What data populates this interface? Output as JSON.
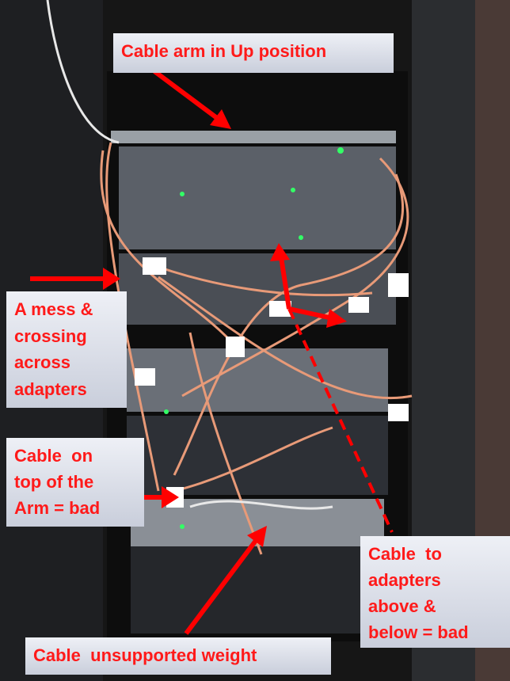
{
  "annotations": {
    "arm_up": "Cable arm in Up position",
    "mess": [
      "A mess &",
      "crossing",
      "across",
      "adapters"
    ],
    "on_top": [
      "Cable  on",
      "top of the",
      "Arm = bad"
    ],
    "above_below": [
      "Cable  to",
      "adapters",
      "above &",
      "below = bad"
    ],
    "unsupported": "Cable  unsupported weight"
  },
  "colors": {
    "annotation_text": "#ff1a1a",
    "arrow": "#ff0000",
    "cable": "#e89a78"
  }
}
